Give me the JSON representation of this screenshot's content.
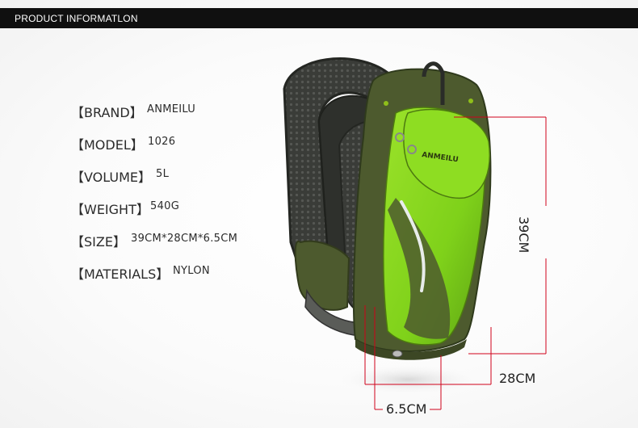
{
  "header": {
    "title": "PRODUCT INFORMATLON"
  },
  "specs": [
    {
      "label": "【BRAND】",
      "value": "ANMEILU"
    },
    {
      "label": "【MODEL】",
      "value": "1026"
    },
    {
      "label": "【VOLUME】",
      "value": "5L"
    },
    {
      "label": "【WEIGHT】",
      "value": "540G"
    },
    {
      "label": "【SIZE】",
      "value": "39CM*28CM*6.5CM"
    },
    {
      "label": "【MATERIALS】",
      "value": "NYLON"
    }
  ],
  "product": {
    "brand_mark": "ANMEILU"
  },
  "dimensions": {
    "height": "39CM",
    "width": "28CM",
    "depth": "6.5CM"
  },
  "colors": {
    "header_bg": "#101010",
    "pack_green": "#7fd11a",
    "pack_olive": "#4d5a2e",
    "strap_dark": "#2e302c",
    "dimension_line": "#d0021b"
  }
}
